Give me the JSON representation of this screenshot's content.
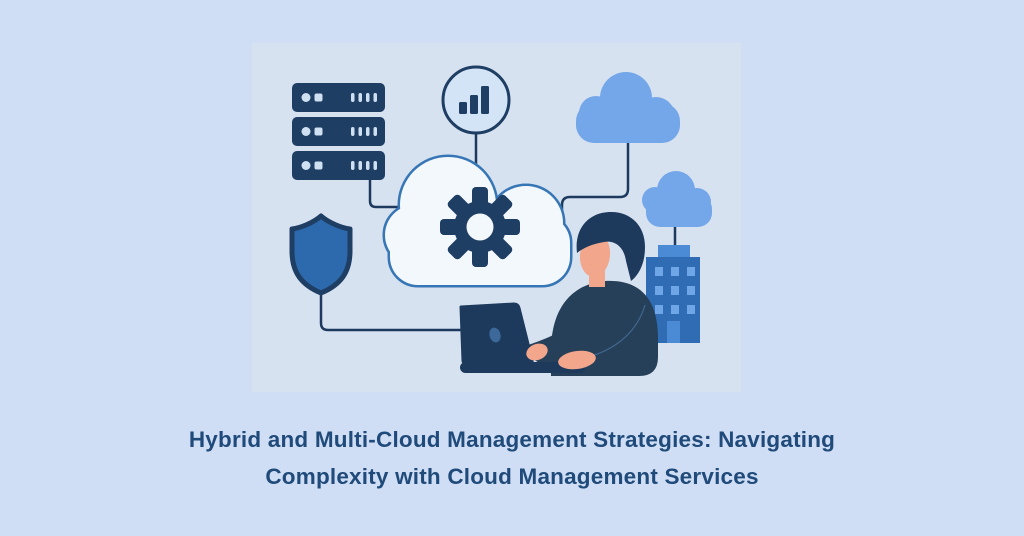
{
  "page": {
    "background_color": "#cfdef5"
  },
  "banner": {
    "card_background_color": "#d7e2f1",
    "palette": {
      "navy": "#1f3e63",
      "line_navy": "#1d3a5e",
      "medium_blue": "#2c6aad",
      "sky_blue": "#74a7e9",
      "pale_blue_fill": "#d3e4f6",
      "cloud_fill": "#f3f8fd",
      "cloud_outline": "#3776b5",
      "building_blue": "#2f6cb3",
      "window_blue": "#6ea6e8",
      "roof_door_blue": "#4b8bd5",
      "skin": "#f2a78c"
    },
    "icons": [
      {
        "name": "server-stack-icon"
      },
      {
        "name": "bar-chart-icon"
      },
      {
        "name": "cloud-gear-icon"
      },
      {
        "name": "cloud-icon"
      },
      {
        "name": "office-building-icon"
      },
      {
        "name": "shield-icon"
      },
      {
        "name": "laptop-icon"
      },
      {
        "name": "person-illustration"
      }
    ]
  },
  "title": {
    "line1": "Hybrid and Multi-Cloud Management Strategies: Navigating",
    "line2": "Complexity with Cloud Management Services",
    "color": "#1f4a79"
  }
}
